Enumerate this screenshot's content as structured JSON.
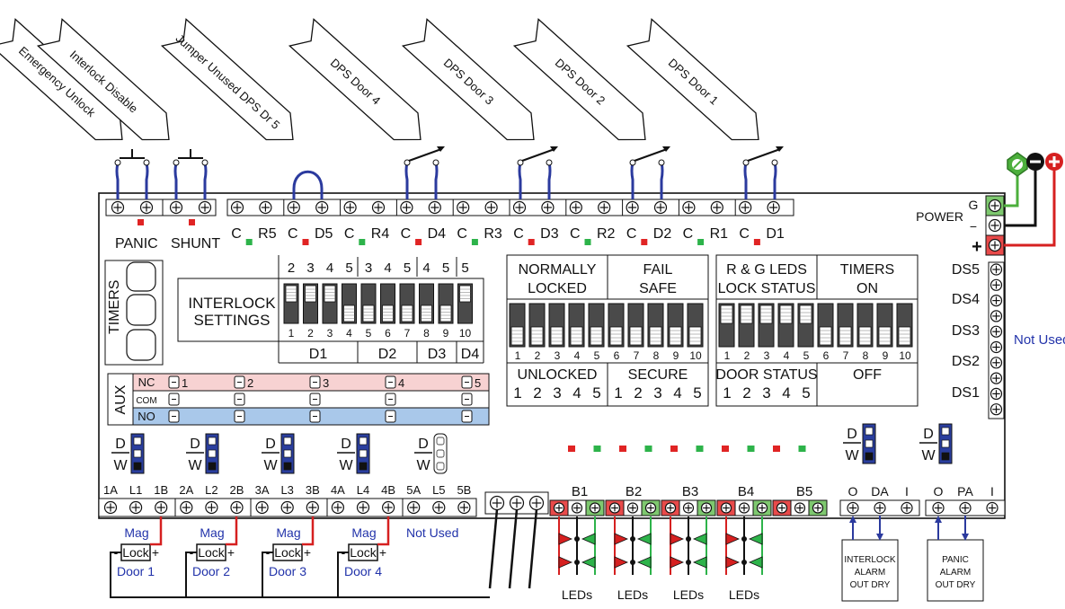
{
  "arrows": [
    {
      "label": "Emergency Unlock"
    },
    {
      "label": "Interlock Disable"
    },
    {
      "label": "Jumper Unused DPS Dr 5"
    },
    {
      "label": "DPS Door 4"
    },
    {
      "label": "DPS Door 3"
    },
    {
      "label": "DPS Door 2"
    },
    {
      "label": "DPS Door 1"
    }
  ],
  "power": {
    "label": "POWER",
    "terminals": [
      "G",
      "−",
      "+"
    ],
    "colors": {
      "ground": "#4caf3c",
      "negative": "#111111",
      "positive": "#d62020"
    }
  },
  "top_terminals": {
    "panic_label": "PANIC",
    "shunt_label": "SHUNT",
    "pairs": [
      {
        "c": "C",
        "t": "R5",
        "led": "green"
      },
      {
        "c": "C",
        "t": "D5",
        "led": "red"
      },
      {
        "c": "C",
        "t": "R4",
        "led": "green"
      },
      {
        "c": "C",
        "t": "D4",
        "led": "red"
      },
      {
        "c": "C",
        "t": "R3",
        "led": "green"
      },
      {
        "c": "C",
        "t": "D3",
        "led": "red"
      },
      {
        "c": "C",
        "t": "R2",
        "led": "green"
      },
      {
        "c": "C",
        "t": "D2",
        "led": "red"
      },
      {
        "c": "C",
        "t": "R1",
        "led": "green"
      },
      {
        "c": "C",
        "t": "D1",
        "led": "red"
      }
    ]
  },
  "timers_label": "TIMERS",
  "interlock": {
    "title_line1": "INTERLOCK",
    "title_line2": "SETTINGS",
    "top_numbers": [
      "2",
      "3",
      "4",
      "5",
      "3",
      "4",
      "5",
      "4",
      "5",
      "5"
    ],
    "bottom_numbers": [
      "1",
      "2",
      "3",
      "4",
      "5",
      "6",
      "7",
      "8",
      "9",
      "10"
    ],
    "groups": [
      "D1",
      "D2",
      "D3",
      "D4"
    ]
  },
  "switch_left": {
    "head_left_1": "NORMALLY",
    "head_left_2": "LOCKED",
    "head_right_1": "FAIL",
    "head_right_2": "SAFE",
    "numbers": [
      "1",
      "2",
      "3",
      "4",
      "5",
      "6",
      "7",
      "8",
      "9",
      "10"
    ],
    "foot_left": "UNLOCKED",
    "foot_right": "SECURE",
    "foot_left_nums": [
      "1",
      "2",
      "3",
      "4",
      "5"
    ],
    "foot_right_nums": [
      "1",
      "2",
      "3",
      "4",
      "5"
    ]
  },
  "switch_right": {
    "head_left_1": "R & G LEDS",
    "head_left_2": "LOCK STATUS",
    "head_right_1": "TIMERS",
    "head_right_2": "ON",
    "numbers": [
      "1",
      "2",
      "3",
      "4",
      "5",
      "6",
      "7",
      "8",
      "9",
      "10"
    ],
    "foot_left": "DOOR STATUS",
    "foot_right": "OFF",
    "foot_left_nums": [
      "1",
      "2",
      "3",
      "4",
      "5"
    ]
  },
  "aux": {
    "label": "AUX",
    "rows": [
      "NC",
      "COM",
      "NO"
    ],
    "numbers": [
      "1",
      "2",
      "3",
      "4",
      "5"
    ]
  },
  "ds_labels": [
    "DS5",
    "DS4",
    "DS3",
    "DS2",
    "DS1"
  ],
  "not_used_right": "Not Used",
  "jumpers": [
    {
      "d": "D",
      "w": "W"
    },
    {
      "d": "D",
      "w": "W"
    },
    {
      "d": "D",
      "w": "W"
    },
    {
      "d": "D",
      "w": "W"
    },
    {
      "d": "D",
      "w": "W"
    }
  ],
  "alarm_jumpers": [
    {
      "d": "D",
      "w": "W"
    },
    {
      "d": "D",
      "w": "W"
    }
  ],
  "bottom_terminals": {
    "labels": [
      "1A",
      "L1",
      "1B",
      "2A",
      "L2",
      "2B",
      "3A",
      "L3",
      "3B",
      "4A",
      "L4",
      "4B",
      "5A",
      "L5",
      "5B"
    ],
    "not_used": "Not Used"
  },
  "locks": [
    {
      "mag": "Mag",
      "lock": "Lock",
      "door": "Door 1"
    },
    {
      "mag": "Mag",
      "lock": "Lock",
      "door": "Door 2"
    },
    {
      "mag": "Mag",
      "lock": "Lock",
      "door": "Door 3"
    },
    {
      "mag": "Mag",
      "lock": "Lock",
      "door": "Door 4"
    }
  ],
  "b_labels": [
    "B1",
    "B2",
    "B3",
    "B4",
    "B5"
  ],
  "led_labels": [
    "LEDs",
    "LEDs",
    "LEDs",
    "LEDs"
  ],
  "interlock_alarm": {
    "terminals": [
      "O",
      "DA",
      "I"
    ],
    "line1": "INTERLOCK",
    "line2": "ALARM",
    "line3": "OUT DRY"
  },
  "panic_alarm": {
    "terminals": [
      "O",
      "PA",
      "I"
    ],
    "line1": "PANIC",
    "line2": "ALARM",
    "line3": "OUT DRY"
  }
}
